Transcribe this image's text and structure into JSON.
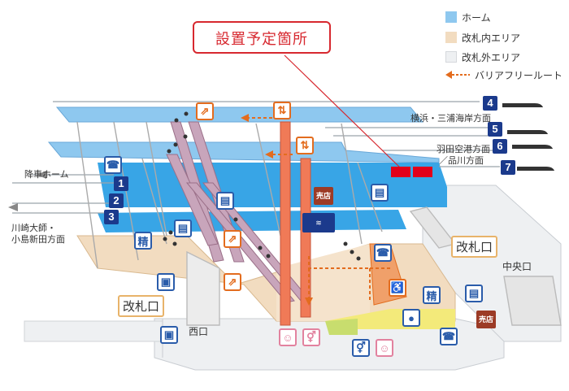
{
  "callout": {
    "label": "設置予定箇所"
  },
  "legend": [
    {
      "label": "ホーム",
      "color": "#8ec8ef"
    },
    {
      "label": "改札内エリア",
      "color": "#f2dcc0"
    },
    {
      "label": "改札外エリア",
      "color": "#eef0f2"
    },
    {
      "label": "バリアフリールート",
      "color": "#e36c1e"
    }
  ],
  "platforms": [
    "1",
    "2",
    "3",
    "4",
    "5",
    "6",
    "7"
  ],
  "directions": {
    "yokohama": "横浜・三浦海岸方面",
    "haneda": "羽田空港方面",
    "shinagawa": "／品川方面",
    "arrival": "降車ホーム",
    "kawasaki_1": "川崎大師・",
    "kawasaki_2": "小島新田方面"
  },
  "gates": {
    "west_gate": "改札口",
    "east_gate": "改札口"
  },
  "exits": {
    "west": "西口",
    "central": "中央口"
  },
  "icons": {
    "shop": "売店",
    "seisan": "精",
    "phone": "telephone-icon",
    "elevator": "elevator-icon",
    "escalator": "escalator-icon",
    "wheelchair": "wheelchair-icon"
  },
  "colors": {
    "platform": "#8ec8ef",
    "inside": "#f2dcc0",
    "outside": "#eef0f2",
    "route": "#e36c1e",
    "marker": "#e2001a",
    "platform_number": "#1b3a8c"
  }
}
